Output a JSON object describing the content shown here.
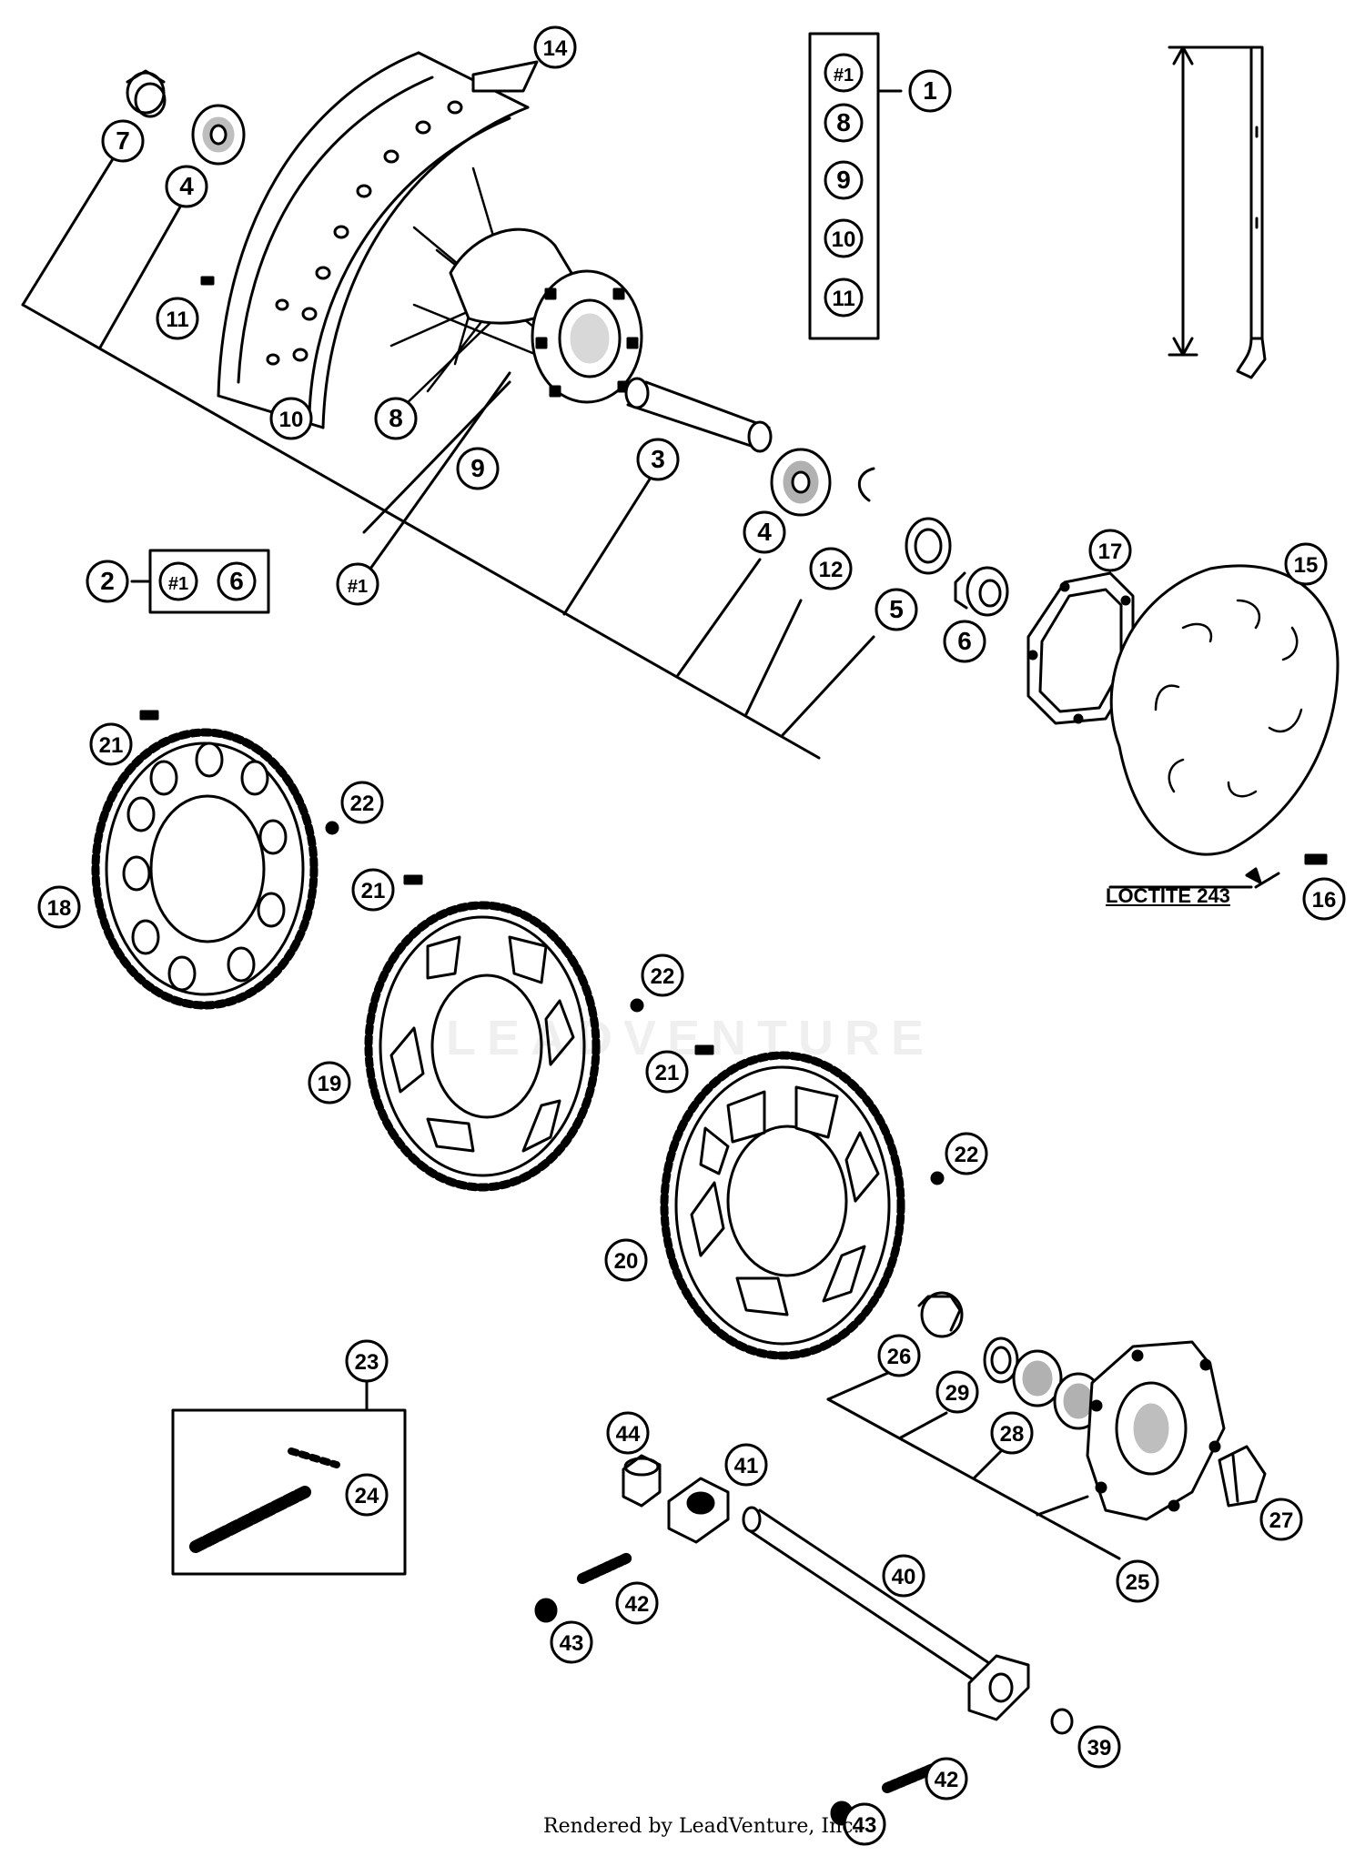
{
  "callouts": [
    {
      "id": "c-1",
      "label": "1"
    },
    {
      "id": "c-14",
      "label": "14"
    },
    {
      "id": "c-7",
      "label": "7"
    },
    {
      "id": "c-4a",
      "label": "4"
    },
    {
      "id": "c-11a",
      "label": "11"
    },
    {
      "id": "c-10a",
      "label": "10"
    },
    {
      "id": "c-8a",
      "label": "8"
    },
    {
      "id": "c-9a",
      "label": "9"
    },
    {
      "id": "c-3",
      "label": "3"
    },
    {
      "id": "c-4b",
      "label": "4"
    },
    {
      "id": "c-12",
      "label": "12"
    },
    {
      "id": "c-5",
      "label": "5"
    },
    {
      "id": "c-6a",
      "label": "6"
    },
    {
      "id": "c-17",
      "label": "17"
    },
    {
      "id": "c-15",
      "label": "15"
    },
    {
      "id": "c-2",
      "label": "2"
    },
    {
      "id": "c-h1b",
      "label": "#1"
    },
    {
      "id": "c-6b",
      "label": "6"
    },
    {
      "id": "c-h1c",
      "label": "#1"
    },
    {
      "id": "c-h1a",
      "label": "#1"
    },
    {
      "id": "c-8b",
      "label": "8"
    },
    {
      "id": "c-9b",
      "label": "9"
    },
    {
      "id": "c-10b",
      "label": "10"
    },
    {
      "id": "c-11b",
      "label": "11"
    },
    {
      "id": "c-21a",
      "label": "21"
    },
    {
      "id": "c-22a",
      "label": "22"
    },
    {
      "id": "c-18",
      "label": "18"
    },
    {
      "id": "c-21b",
      "label": "21"
    },
    {
      "id": "c-22b",
      "label": "22"
    },
    {
      "id": "c-19",
      "label": "19"
    },
    {
      "id": "c-21c",
      "label": "21"
    },
    {
      "id": "c-22c",
      "label": "22"
    },
    {
      "id": "c-20",
      "label": "20"
    },
    {
      "id": "c-16",
      "label": "16"
    },
    {
      "id": "c-23",
      "label": "23"
    },
    {
      "id": "c-24",
      "label": "24"
    },
    {
      "id": "c-26",
      "label": "26"
    },
    {
      "id": "c-29",
      "label": "29"
    },
    {
      "id": "c-28",
      "label": "28"
    },
    {
      "id": "c-27",
      "label": "27"
    },
    {
      "id": "c-25",
      "label": "25"
    },
    {
      "id": "c-44",
      "label": "44"
    },
    {
      "id": "c-41",
      "label": "41"
    },
    {
      "id": "c-40",
      "label": "40"
    },
    {
      "id": "c-42a",
      "label": "42"
    },
    {
      "id": "c-43a",
      "label": "43"
    },
    {
      "id": "c-39",
      "label": "39"
    },
    {
      "id": "c-42b",
      "label": "42"
    },
    {
      "id": "c-43b",
      "label": "43"
    }
  ],
  "note_loctite": "LOCTITE 243",
  "watermark": "LEADVENTURE",
  "footer": "Rendered by LeadVenture, Inc."
}
